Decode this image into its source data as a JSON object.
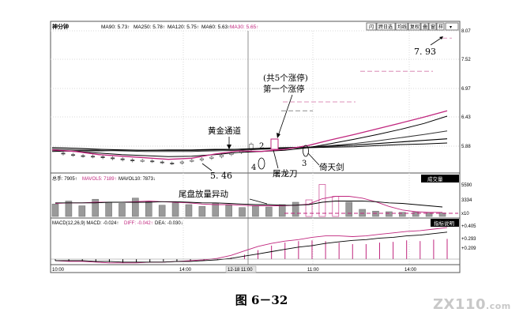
{
  "header": {
    "stock_name": "神分钟",
    "ma_items": [
      {
        "label": "MA90: 5.73↑",
        "color": "#000000"
      },
      {
        "label": "MA250: 5.78↑",
        "color": "#000000"
      },
      {
        "label": "MA120: 5.75↑",
        "color": "#000000"
      },
      {
        "label": "MA60: 5.63↑",
        "color": "#000000"
      },
      {
        "label": "MA30: 5.65↑",
        "color": "#c0267e"
      }
    ],
    "tool_buttons": [
      "闪",
      "跨日选",
      "均线",
      "复权",
      "叠",
      "窗",
      "样",
      "▾"
    ]
  },
  "price_axis": {
    "ticks": [
      8.07,
      7.52,
      6.97,
      6.43,
      5.88
    ]
  },
  "volume_panel": {
    "header_items": [
      "总手: 7905↑",
      "MAVOL5: 7189↑",
      "MAVOL10: 7873↓"
    ],
    "button_label": "成交量",
    "ticks": [
      "5590",
      "3334",
      "x10"
    ]
  },
  "macd_panel": {
    "header_items": [
      "MACD(12,26,9) MACD: -0.024↑",
      "DIFF: -0.042↑",
      "DEA: -0.030↓"
    ],
    "button_label": "指标说明",
    "ticks": [
      "+0.405",
      "+0.293",
      "+0.209"
    ]
  },
  "time_axis": {
    "labels": [
      "10:00",
      "14:00",
      "12-18 11:00",
      "11:00",
      "14:00"
    ]
  },
  "annotations": {
    "target_price": "7. 93",
    "limit_up_line1": "(共5个涨停)",
    "limit_up_line2": "第一个涨停",
    "golden_channel": "黄金通道",
    "low_price": "5. 46",
    "num_2": "2",
    "num_3": "3",
    "num_4": "4",
    "tulongdao": "屠龙刀",
    "yitianjian": "倚天剑",
    "tail_volume": "尾盘放量异动"
  },
  "caption": "图 6－32",
  "watermark": "ZX110",
  "watermark_suffix": ".com",
  "colors": {
    "magenta": "#c0267e",
    "light_pink": "#e3a8c7",
    "frame": "#555555",
    "bar_gray": "#9a9a9a"
  },
  "chart_data": [
    {
      "type": "line",
      "title": "",
      "panel": "price",
      "y_axis_ticks": [
        8.07,
        7.52,
        6.97,
        6.43,
        5.88
      ],
      "ylim": [
        5.3,
        8.12
      ],
      "x_labels": [
        "10:00",
        "14:00",
        "12-18 11:00",
        "11:00",
        "14:00"
      ],
      "series": [
        {
          "name": "MA90",
          "values": [
            5.85,
            5.84,
            5.82,
            5.81,
            5.8,
            5.8,
            5.8,
            5.81,
            5.82,
            5.84,
            5.85,
            5.86,
            5.88,
            5.9,
            5.93,
            5.96,
            5.99,
            6.02
          ]
        },
        {
          "name": "MA250",
          "values": [
            5.78,
            5.79,
            5.79,
            5.8,
            5.8,
            5.81,
            5.81,
            5.82,
            5.82,
            5.83,
            5.84,
            5.85,
            5.86,
            5.87,
            5.89,
            5.91,
            5.92,
            5.94
          ]
        },
        {
          "name": "MA120",
          "values": [
            5.82,
            5.81,
            5.8,
            5.79,
            5.78,
            5.78,
            5.78,
            5.79,
            5.8,
            5.82,
            5.83,
            5.86,
            5.89,
            5.93,
            5.98,
            6.04,
            6.1,
            6.17
          ]
        },
        {
          "name": "MA60",
          "values": [
            5.8,
            5.78,
            5.75,
            5.72,
            5.7,
            5.68,
            5.69,
            5.72,
            5.76,
            5.78,
            5.8,
            5.85,
            5.93,
            6.01,
            6.1,
            6.2,
            6.31,
            6.45
          ]
        },
        {
          "name": "MA30",
          "values": [
            5.81,
            5.78,
            5.72,
            5.69,
            5.66,
            5.63,
            5.65,
            5.73,
            5.79,
            5.78,
            5.82,
            5.89,
            6.0,
            6.1,
            6.21,
            6.32,
            6.43,
            6.55
          ]
        }
      ],
      "candles": {
        "x": [
          "a1",
          "a2",
          "a3",
          "a4",
          "a5",
          "a6",
          "a7",
          "a8",
          "a9",
          "a10",
          "a11",
          "a12",
          "a13",
          "a14",
          "a15",
          "a16",
          "a17",
          "a18",
          "a19",
          "a20"
        ],
        "open": [
          5.75,
          5.72,
          5.7,
          5.69,
          5.68,
          5.66,
          5.64,
          5.62,
          5.6,
          5.6,
          5.58,
          5.56,
          5.56,
          5.6,
          5.62,
          5.65,
          5.68,
          5.72,
          5.76,
          5.82
        ],
        "close": [
          5.73,
          5.71,
          5.69,
          5.68,
          5.66,
          5.64,
          5.62,
          5.6,
          5.61,
          5.59,
          5.57,
          5.55,
          5.58,
          5.61,
          5.64,
          5.67,
          5.71,
          5.75,
          5.8,
          5.92
        ]
      },
      "limit_up_levels": [
        6.55,
        6.72,
        7.3,
        7.3,
        7.93
      ]
    },
    {
      "type": "bar",
      "title": "",
      "panel": "volume",
      "series": [
        {
          "name": "总手",
          "values": [
            2.1,
            2.6,
            1.8,
            2.9,
            2.4,
            2.2,
            3.1,
            2.5,
            1.9,
            2.3,
            2.0,
            1.7,
            2.2,
            1.9,
            1.5,
            1.8,
            1.6,
            2.0,
            2.4,
            2.8,
            5.4,
            3.4,
            2.4,
            1.2,
            0.9,
            0.8,
            0.7,
            0.7,
            0.6,
            0.6
          ]
        },
        {
          "name": "MAVOL5",
          "values": [
            2.2,
            2.3,
            2.3,
            2.4,
            2.4,
            2.4,
            2.5,
            2.6,
            2.5,
            2.4,
            2.3,
            2.1,
            2.0,
            2.0,
            1.9,
            1.8,
            1.8,
            1.8,
            1.9,
            2.1,
            3.0,
            3.4,
            3.4,
            3.1,
            2.5,
            1.7,
            1.1,
            0.8,
            0.7,
            0.7
          ]
        },
        {
          "name": "MAVOL10",
          "values": [
            2.3,
            2.3,
            2.3,
            2.3,
            2.4,
            2.4,
            2.4,
            2.4,
            2.5,
            2.5,
            2.4,
            2.3,
            2.3,
            2.2,
            2.1,
            2.0,
            2.0,
            1.9,
            1.9,
            2.0,
            2.4,
            2.6,
            2.6,
            2.6,
            2.5,
            2.3,
            2.2,
            2.0,
            1.8,
            1.6
          ]
        }
      ]
    },
    {
      "type": "bar",
      "title": "",
      "panel": "macd",
      "series": [
        {
          "name": "MACD",
          "values": [
            -0.02,
            -0.03,
            -0.03,
            -0.04,
            -0.04,
            -0.05,
            -0.04,
            -0.04,
            -0.03,
            -0.03,
            -0.02,
            -0.02,
            -0.01,
            0.02,
            0.06,
            0.12,
            0.18,
            0.22,
            0.24,
            0.25,
            0.24,
            0.22,
            0.2,
            0.2,
            0.22,
            0.23,
            0.25,
            0.24,
            0.26,
            0.27
          ]
        },
        {
          "name": "DIFF",
          "values": [
            -0.02,
            -0.03,
            -0.03,
            -0.04,
            -0.05,
            -0.05,
            -0.05,
            -0.04,
            -0.04,
            -0.03,
            -0.02,
            -0.01,
            0.01,
            0.05,
            0.11,
            0.17,
            0.21,
            0.24,
            0.26,
            0.29,
            0.31,
            0.31,
            0.3,
            0.31,
            0.33,
            0.35,
            0.37,
            0.38,
            0.4,
            0.42
          ]
        },
        {
          "name": "DEA",
          "values": [
            -0.02,
            -0.02,
            -0.02,
            -0.03,
            -0.03,
            -0.04,
            -0.04,
            -0.04,
            -0.04,
            -0.03,
            -0.03,
            -0.02,
            -0.01,
            0.01,
            0.04,
            0.07,
            0.1,
            0.13,
            0.16,
            0.18,
            0.21,
            0.23,
            0.25,
            0.26,
            0.28,
            0.29,
            0.31,
            0.32,
            0.34,
            0.36
          ]
        }
      ]
    }
  ]
}
